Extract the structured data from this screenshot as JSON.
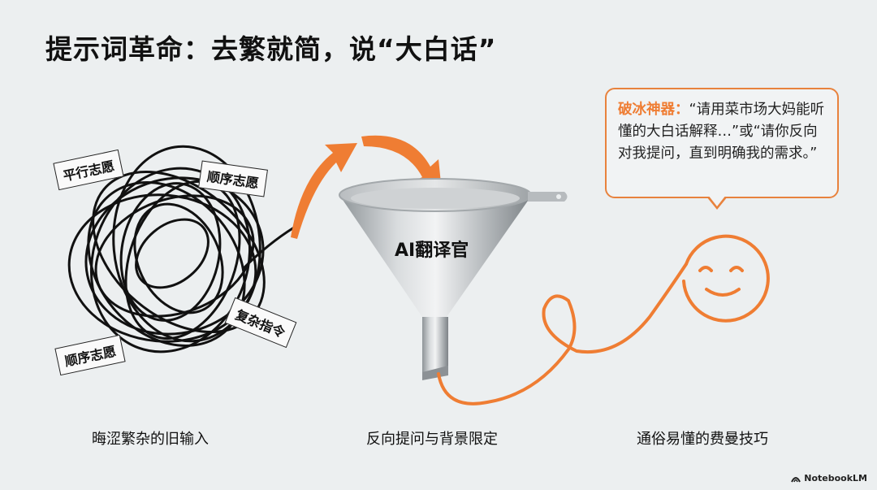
{
  "slide": {
    "title": "提示词革命：去繁就简，说“大白话”",
    "accent_color": "#ef7d33",
    "background_color": "#eceff0"
  },
  "left_panel": {
    "tags": [
      "平行志愿",
      "顺序志愿",
      "复杂指令",
      "顺序志愿"
    ],
    "caption": "晦涩繁杂的旧输入",
    "illustration": "tangled-scribble"
  },
  "center_panel": {
    "funnel_label": "AI翻译官",
    "caption": "反向提问与背景限定",
    "illustration": "metal-funnel"
  },
  "right_panel": {
    "bubble_tag": "破冰神器：",
    "bubble_text": "“请用菜市场大妈能听懂的大白话解释…”或“请你反向对我提问，直到明确我的需求。”",
    "caption": "通俗易懂的费曼技巧",
    "illustration": "smiley-face"
  },
  "footer": {
    "brand": "NotebookLM",
    "brand_icon": "notebooklm-logo-icon"
  }
}
